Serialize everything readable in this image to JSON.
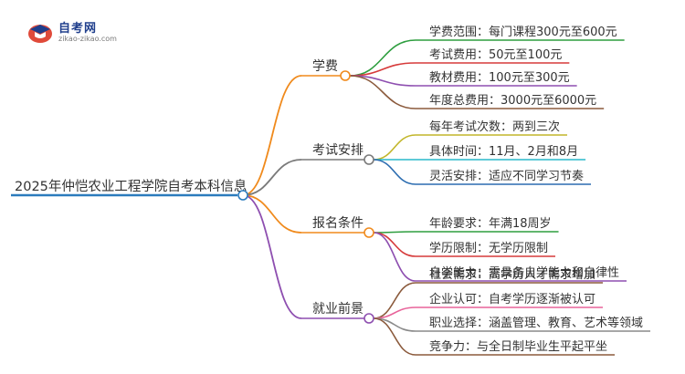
{
  "logo": {
    "name": "自考网",
    "domain": "zikao-zikao.com"
  },
  "root": {
    "label": "2025年仲恺农业工程学院自考本科信息",
    "color": "#2b7bbd"
  },
  "branches": [
    {
      "label": "学费",
      "color": "#f08a1c",
      "leaves": [
        {
          "label": "学费范围：每门课程300元至600元",
          "color": "#2e9e3f"
        },
        {
          "label": "考试费用：50元至100元",
          "color": "#d63a3a"
        },
        {
          "label": "教材费用：100元至300元",
          "color": "#8e4fb0"
        },
        {
          "label": "年度总费用：3000元至6000元",
          "color": "#8b5a3c"
        }
      ]
    },
    {
      "label": "考试安排",
      "color": "#7a7a7a",
      "leaves": [
        {
          "label": "每年考试次数：两到三次",
          "color": "#c2b62a"
        },
        {
          "label": "具体时间：11月、2月和8月",
          "color": "#28b8cc"
        },
        {
          "label": "灵活安排：适应不同学习节奏",
          "color": "#2b6cb0"
        }
      ]
    },
    {
      "label": "报名条件",
      "color": "#f08a1c",
      "leaves": [
        {
          "label": "年龄要求：年满18周岁",
          "color": "#2e9e3f"
        },
        {
          "label": "学历限制：无学历限制",
          "color": "#d63a3a"
        },
        {
          "label": "自学能力：需具备自学能力和自律性",
          "color": "#8e4fb0"
        }
      ]
    },
    {
      "label": "就业前景",
      "color": "#8e4fb0",
      "leaves": [
        {
          "label": "社会需求：高学历人才需求增加",
          "color": "#8b5a3c"
        },
        {
          "label": "企业认可：自考学历逐渐被认可",
          "color": "#e8649a"
        },
        {
          "label": "职业选择：涵盖管理、教育、艺术等领域",
          "color": "#8a8a8a"
        },
        {
          "label": "竞争力：与全日制毕业生平起平坐",
          "color": "#8b5a3c"
        }
      ]
    }
  ]
}
